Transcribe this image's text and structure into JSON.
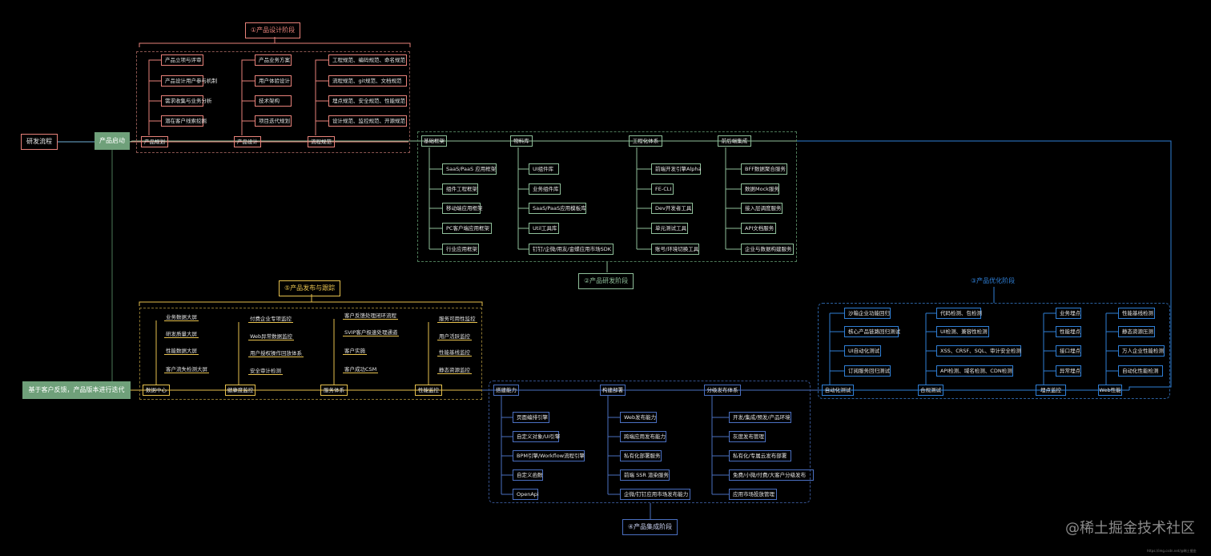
{
  "root": {
    "label": "研发流程"
  },
  "start": {
    "label": "产品启动"
  },
  "feedback": {
    "label": "基于客户反馈，产品版本进行迭代"
  },
  "watermark": {
    "text": "@稀土掘金技术社区",
    "url_text": "https://img.csdn.net/@稀土掘金"
  },
  "colors": {
    "stage1": "#e8827a",
    "stage2": "#8fbf9a",
    "stage3": "#2f7fd6",
    "stage4": "#4a6fc0",
    "stage5": "#e6c14e",
    "start_fill": "#6fa07a"
  },
  "stage1": {
    "title": "①产品设计阶段",
    "groups": [
      {
        "name": "产品规划",
        "items": [
          "产品立项与评审",
          "产品设计用户参与机制",
          "需求收集与业务分析",
          "潜在客户线索挖掘"
        ]
      },
      {
        "name": "产品设计",
        "items": [
          "产品业务方案",
          "用户体验设计",
          "技术架构",
          "项目迭代规划"
        ]
      },
      {
        "name": "流程规范",
        "items": [
          "工程规范、编码规范、命名规范",
          "流程规范、git规范、文档规范",
          "埋点规范、安全规范、性能规范",
          "设计规范、监控规范、开源规范"
        ]
      }
    ]
  },
  "stage2": {
    "title": "②产品研发阶段",
    "groups": [
      {
        "name": "基础框架",
        "items": [
          "SaaS/PaaS 应用框架",
          "组件工程框架",
          "移动端应用框架",
          "PC客户端应用框架",
          "行业应用框架"
        ]
      },
      {
        "name": "物料库",
        "items": [
          "UI组件库",
          "业务组件库",
          "SaaS/PaaS应用模板库",
          "Util工具库",
          "钉钉/企微/用友/金蝶应用市场SDK"
        ]
      },
      {
        "name": "工程化体系",
        "items": [
          "前端开发引擎Alpha",
          "FE-CLI",
          "Dev开发者工具",
          "单元测试工具",
          "账号/环境切换工具"
        ]
      },
      {
        "name": "前后端集成",
        "items": [
          "BFF数据聚合服务",
          "数据Mock服务",
          "接入层调度服务",
          "API文档服务",
          "企业与数据构建服务"
        ]
      }
    ]
  },
  "stage3": {
    "title": "③产品优化阶段",
    "groups": [
      {
        "name": "自动化测试",
        "items": [
          "沙箱企业功能回归",
          "核心产品链路回归测试",
          "UI自动化测试",
          "订阅服务回归测试"
        ]
      },
      {
        "name": "合规测试",
        "items": [
          "代码检测、包检测",
          "UI检测、兼容性检测",
          "XSS、CRSF、SQL、审计安全检测",
          "API检测、域名检测、CDN检测"
        ]
      },
      {
        "name": "埋点监控",
        "items": [
          "业务埋点",
          "性能埋点",
          "接口埋点",
          "异常埋点"
        ]
      },
      {
        "name": "Web性能",
        "items": [
          "性能基线检测",
          "静态资源压测",
          "万人企业性能检测",
          "自动化性能检测"
        ]
      }
    ]
  },
  "stage4": {
    "title": "④产品集成阶段",
    "groups": [
      {
        "name": "搭建能力",
        "items": [
          "页面编排引擎",
          "自定义对象/UI引擎",
          "BPM引擎/Workflow流程引擎",
          "自定义函数",
          "OpenApi"
        ]
      },
      {
        "name": "构建部署",
        "items": [
          "Web发布能力",
          "跨端应用发布能力",
          "私有化部署服务",
          "前端 SSR 渲染服务",
          "企微/钉钉应用市场发布能力"
        ]
      },
      {
        "name": "分级发布体系",
        "items": [
          "开发/集成/预发/产品环境",
          "灰度发布管理",
          "私有化/专属云发布部署",
          "免费/小微/付费/大客户分级发布",
          "应用市场投放管理"
        ]
      }
    ]
  },
  "stage5": {
    "title": "⑤产品发布与跟踪",
    "groups": [
      {
        "name": "数据中心",
        "items": [
          "业务数据大屏",
          "研发质量大屏",
          "性能数据大屏",
          "客户流失检测大屏"
        ]
      },
      {
        "name": "健康度监控",
        "items": [
          "付费企业专项监控",
          "Web异常数据监控",
          "用户授权操作回放体系",
          "安全审计检测"
        ]
      },
      {
        "name": "服务体系",
        "items": [
          "客户反馈处理闭环流程",
          "SVIP客户极速处理通道",
          "客户实施",
          "客户成功CSM"
        ]
      },
      {
        "name": "性能监控",
        "items": [
          "服务可用性监控",
          "用户活跃监控",
          "性能基线监控",
          "静态资源监控"
        ]
      }
    ]
  }
}
